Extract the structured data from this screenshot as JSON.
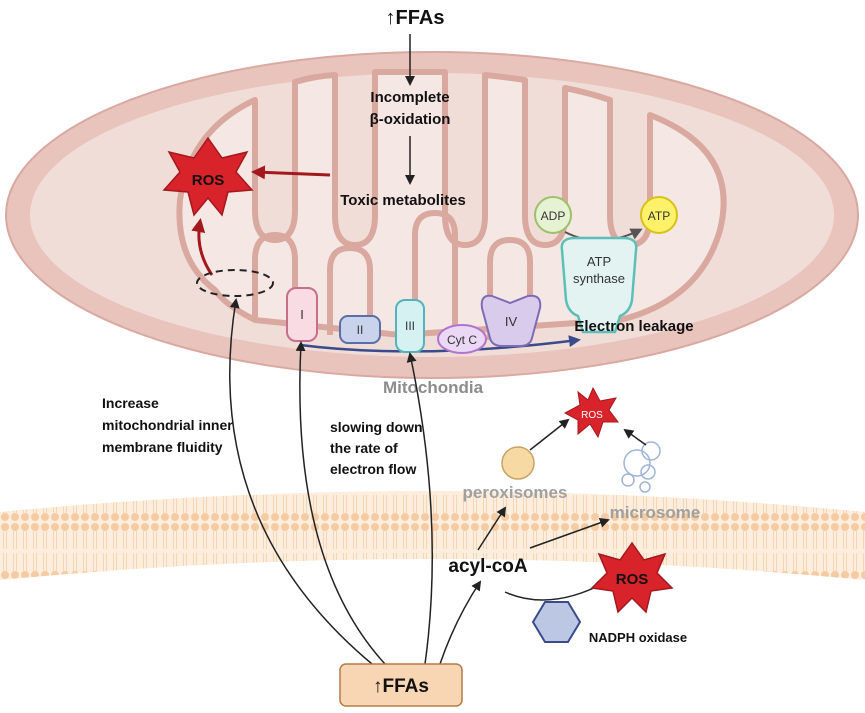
{
  "top_input": {
    "label": "↑FFAs"
  },
  "mitochondria": {
    "label": "Mitochondia",
    "incomplete_oxidation": [
      "Incomplete",
      "β-oxidation"
    ],
    "toxic_metabolites": "Toxic metabolites",
    "ros": "ROS",
    "adp": "ADP",
    "atp": "ATP",
    "atp_synthase": [
      "ATP",
      "synthase"
    ],
    "electron_leakage": "Electron leakage",
    "complexes": [
      "I",
      "II",
      "III",
      "Cyt C",
      "IV"
    ]
  },
  "annotations": {
    "fluidity": [
      "Increase",
      "mitochondrial inner",
      "membrane fluidity"
    ],
    "electron_flow": [
      "slowing down",
      "the rate of",
      "electron flow"
    ]
  },
  "cytosol": {
    "acyl_coa": "acyl-coA",
    "peroxisomes": "peroxisomes",
    "microsome": "microsome",
    "ros_small": "ROS",
    "ros_large": "ROS",
    "nadph_oxidase": "NADPH oxidase"
  },
  "bottom_input": {
    "label": "↑FFAs"
  },
  "colors": {
    "outer_membrane": "#e8c4bd",
    "inner_fill": "#f1ddd8",
    "matrix": "#f5e7e4",
    "ros_red": "#d9232a",
    "arrow_red": "#a3181d",
    "cell_membrane": "#f7d9b8",
    "ffa_box": "#f8d6b3"
  }
}
